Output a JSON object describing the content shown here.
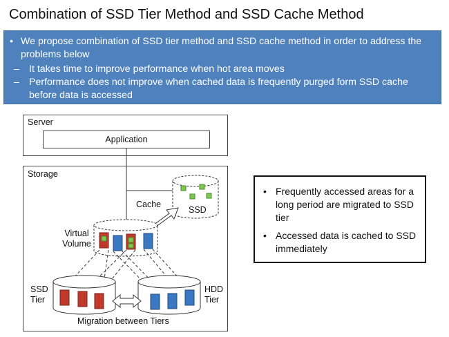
{
  "title": "Combination of SSD Tier Method and SSD Cache Method",
  "banner": {
    "bullet": "•",
    "dash": "–",
    "main": "We propose combination of SSD tier method and SSD cache method in order to address the problems below",
    "subs": [
      "It takes time to improve performance when hot area moves",
      "Performance does not improve when cached data is frequently purged form SSD cache before data is accessed"
    ]
  },
  "diagram": {
    "server_label": "Server",
    "application_label": "Application",
    "storage_label": "Storage",
    "cache_label": "Cache",
    "ssd_label": "SSD",
    "virtual_volume_label": "Virtual Volume",
    "ssd_tier_label": "SSD Tier",
    "hdd_tier_label": "HDD Tier",
    "migration_label": "Migration between Tiers",
    "colors": {
      "red_block": "#c0392b",
      "blue_block": "#3a78c2",
      "green_square": "#7ec850",
      "accent_blue": "#4f81bd"
    }
  },
  "notes": {
    "bullet": "•",
    "items": [
      "Frequently accessed areas for a long period are migrated to SSD tier",
      "Accessed data is cached to SSD immediately"
    ]
  }
}
